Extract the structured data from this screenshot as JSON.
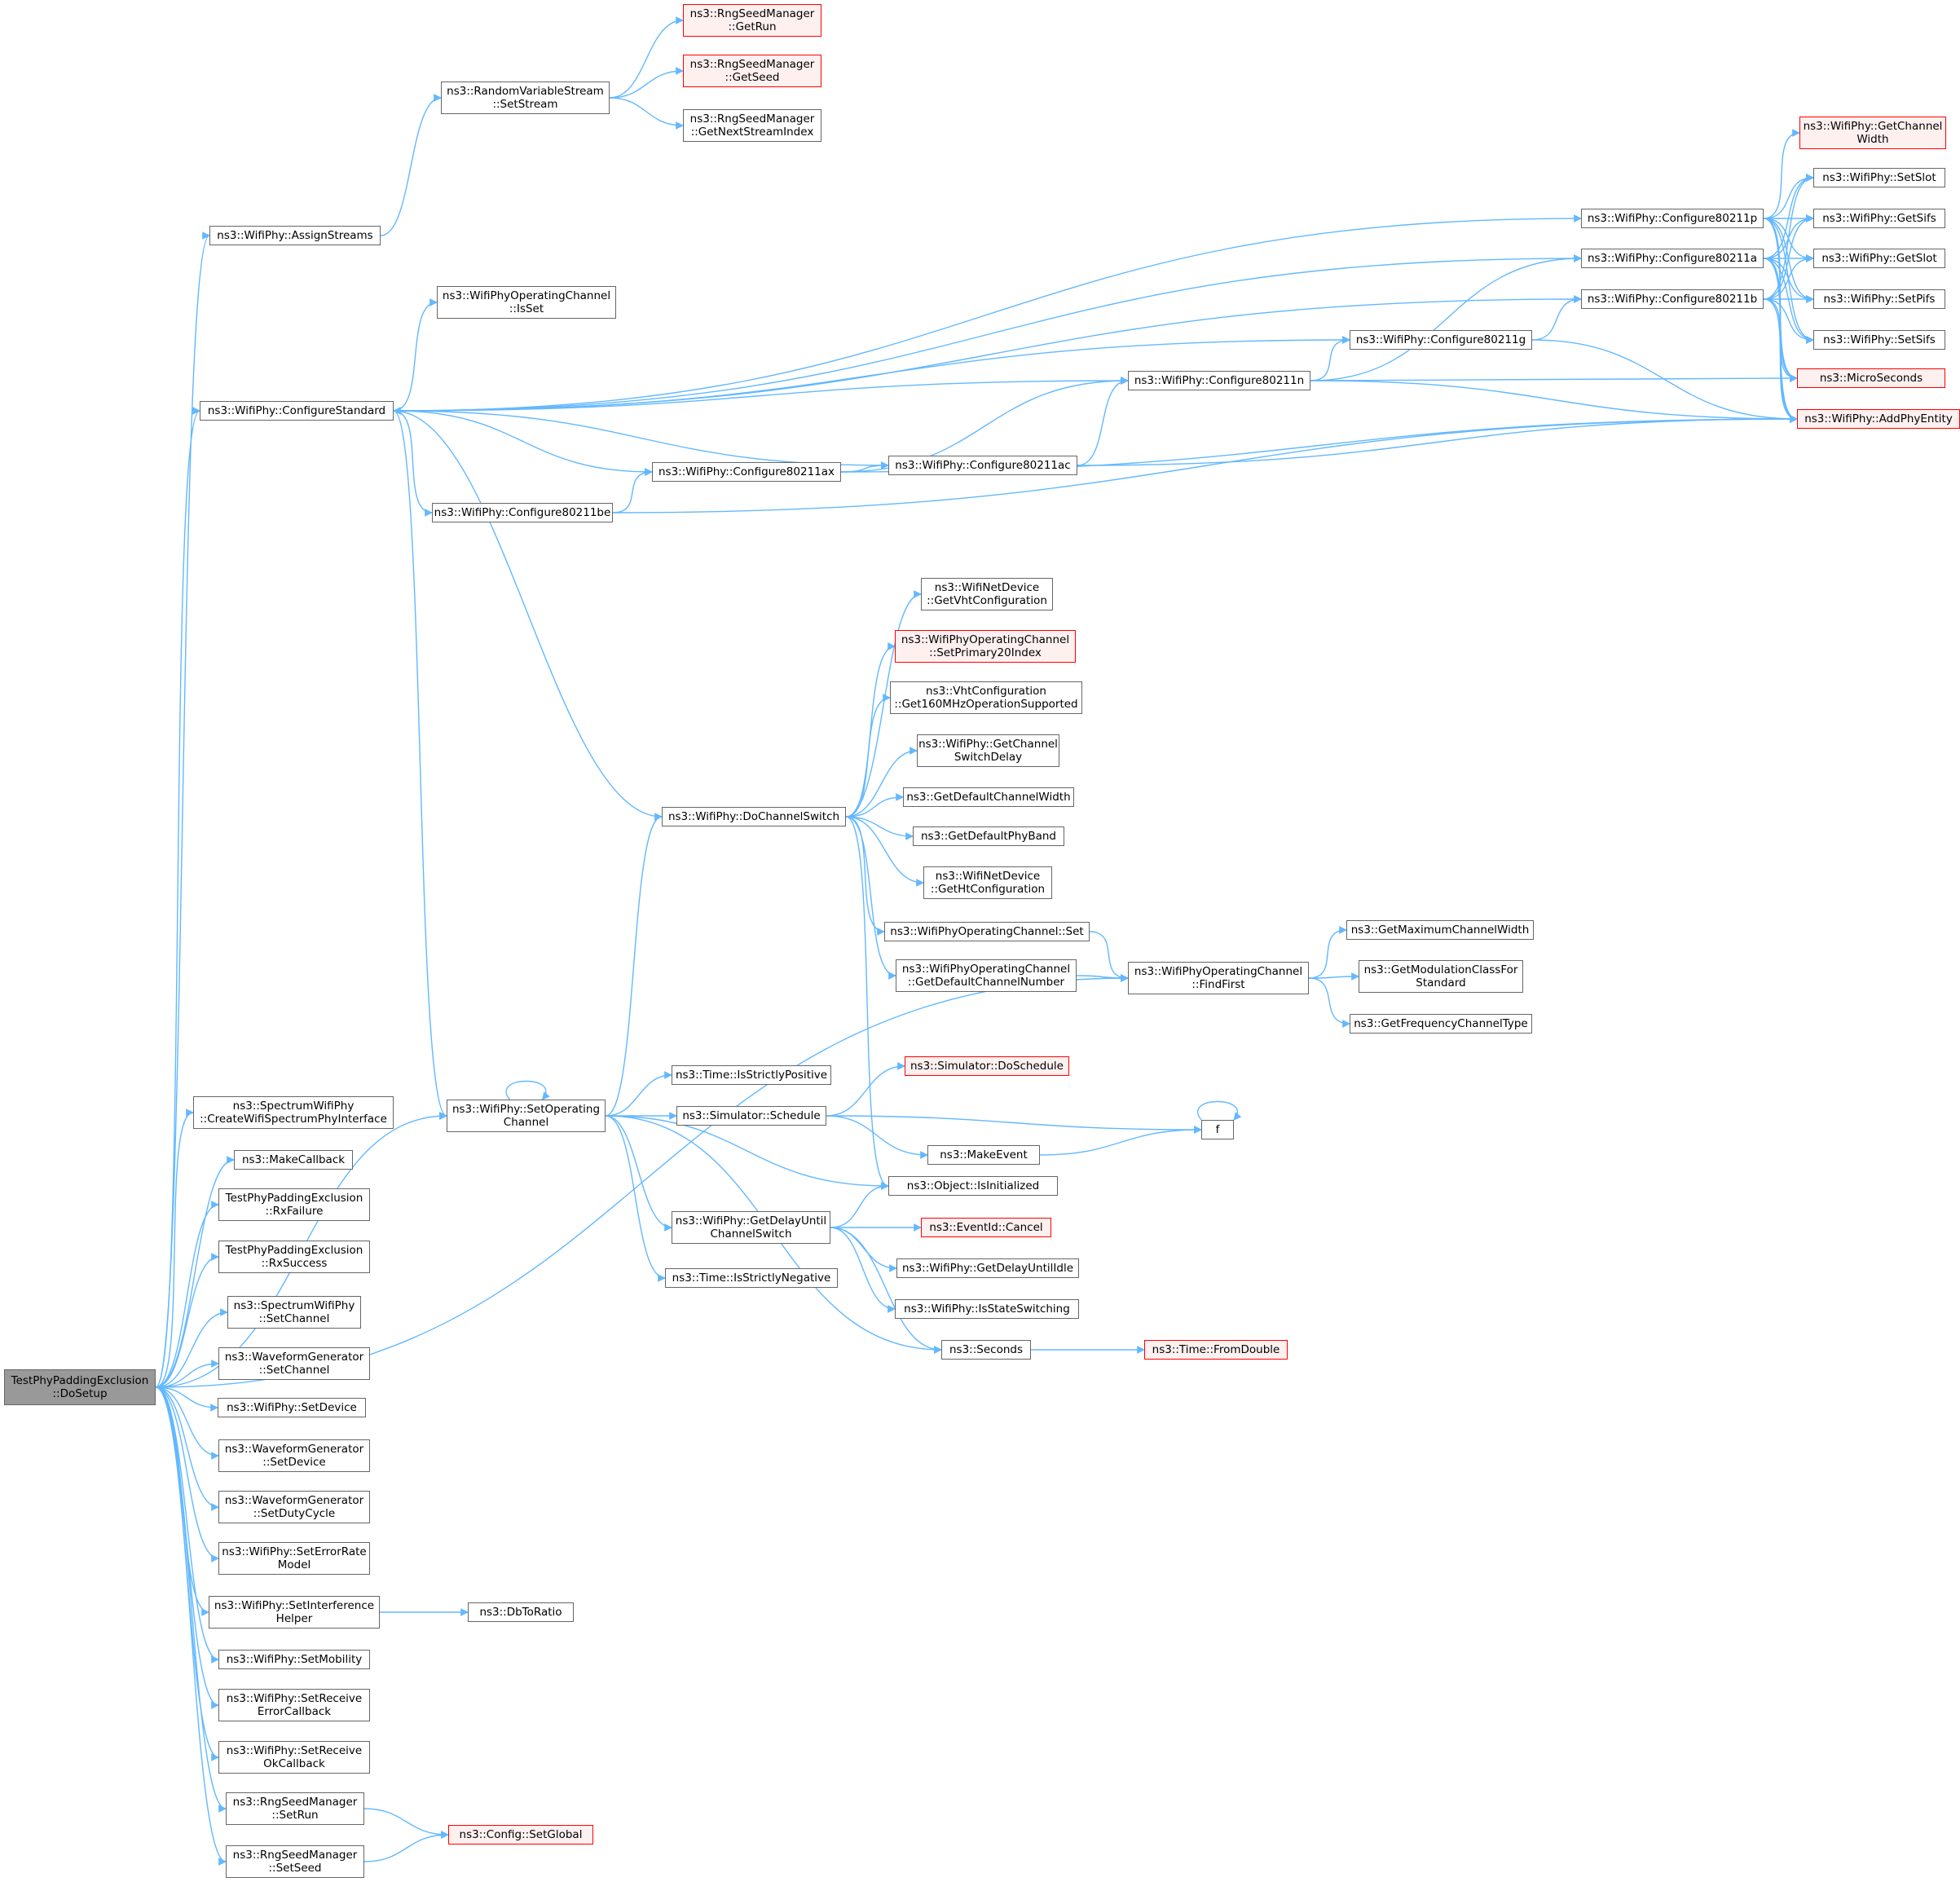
{
  "diagram": {
    "edge_color": "#63b8ff",
    "nodes": [
      {
        "id": "root",
        "lines": [
          "TestPhyPaddingExclusion",
          "::DoSetup"
        ],
        "style": "root"
      },
      {
        "id": "rsm_getrun",
        "lines": [
          "ns3::RngSeedManager",
          "::GetRun"
        ],
        "style": "red"
      },
      {
        "id": "rsm_getseed",
        "lines": [
          "ns3::RngSeedManager",
          "::GetSeed"
        ],
        "style": "red"
      },
      {
        "id": "rsm_getnext",
        "lines": [
          "ns3::RngSeedManager",
          "::GetNextStreamIndex"
        ],
        "style": "normal"
      },
      {
        "id": "rvs_setstream",
        "lines": [
          "ns3::RandomVariableStream",
          "::SetStream"
        ],
        "style": "normal"
      },
      {
        "id": "assignstreams",
        "lines": [
          "ns3::WifiPhy::AssignStreams"
        ],
        "style": "normal"
      },
      {
        "id": "woc_isset",
        "lines": [
          "ns3::WifiPhyOperatingChannel",
          "::IsSet"
        ],
        "style": "normal"
      },
      {
        "id": "configstd",
        "lines": [
          "ns3::WifiPhy::ConfigureStandard"
        ],
        "style": "normal"
      },
      {
        "id": "cfg_p",
        "lines": [
          "ns3::WifiPhy::Configure80211p"
        ],
        "style": "normal"
      },
      {
        "id": "cfg_a",
        "lines": [
          "ns3::WifiPhy::Configure80211a"
        ],
        "style": "normal"
      },
      {
        "id": "cfg_b",
        "lines": [
          "ns3::WifiPhy::Configure80211b"
        ],
        "style": "normal"
      },
      {
        "id": "cfg_g",
        "lines": [
          "ns3::WifiPhy::Configure80211g"
        ],
        "style": "normal"
      },
      {
        "id": "cfg_n",
        "lines": [
          "ns3::WifiPhy::Configure80211n"
        ],
        "style": "normal"
      },
      {
        "id": "cfg_ax",
        "lines": [
          "ns3::WifiPhy::Configure80211ax"
        ],
        "style": "normal"
      },
      {
        "id": "cfg_ac",
        "lines": [
          "ns3::WifiPhy::Configure80211ac"
        ],
        "style": "normal"
      },
      {
        "id": "cfg_be",
        "lines": [
          "ns3::WifiPhy::Configure80211be"
        ],
        "style": "normal"
      },
      {
        "id": "getchwidth",
        "lines": [
          "ns3::WifiPhy::GetChannel",
          "Width"
        ],
        "style": "red"
      },
      {
        "id": "setslot",
        "lines": [
          "ns3::WifiPhy::SetSlot"
        ],
        "style": "normal"
      },
      {
        "id": "getsifs",
        "lines": [
          "ns3::WifiPhy::GetSifs"
        ],
        "style": "normal"
      },
      {
        "id": "getslot",
        "lines": [
          "ns3::WifiPhy::GetSlot"
        ],
        "style": "normal"
      },
      {
        "id": "setpifs",
        "lines": [
          "ns3::WifiPhy::SetPifs"
        ],
        "style": "normal"
      },
      {
        "id": "setsifs",
        "lines": [
          "ns3::WifiPhy::SetSifs"
        ],
        "style": "normal"
      },
      {
        "id": "microsec",
        "lines": [
          "ns3::MicroSeconds"
        ],
        "style": "red"
      },
      {
        "id": "addphy",
        "lines": [
          "ns3::WifiPhy::AddPhyEntity"
        ],
        "style": "red"
      },
      {
        "id": "getvht",
        "lines": [
          "ns3::WifiNetDevice",
          "::GetVhtConfiguration"
        ],
        "style": "normal"
      },
      {
        "id": "setprim20",
        "lines": [
          "ns3::WifiPhyOperatingChannel",
          "::SetPrimary20Index"
        ],
        "style": "red"
      },
      {
        "id": "get160",
        "lines": [
          "ns3::VhtConfiguration",
          "::Get160MHzOperationSupported"
        ],
        "style": "normal"
      },
      {
        "id": "getchswdelay",
        "lines": [
          "ns3::WifiPhy::GetChannel",
          "SwitchDelay"
        ],
        "style": "normal"
      },
      {
        "id": "getdefchw",
        "lines": [
          "ns3::GetDefaultChannelWidth"
        ],
        "style": "normal"
      },
      {
        "id": "getdefband",
        "lines": [
          "ns3::GetDefaultPhyBand"
        ],
        "style": "normal"
      },
      {
        "id": "docs",
        "lines": [
          "ns3::WifiPhy::DoChannelSwitch"
        ],
        "style": "normal"
      },
      {
        "id": "getht",
        "lines": [
          "ns3::WifiNetDevice",
          "::GetHtConfiguration"
        ],
        "style": "normal"
      },
      {
        "id": "woc_set",
        "lines": [
          "ns3::WifiPhyOperatingChannel::Set"
        ],
        "style": "normal"
      },
      {
        "id": "woc_getdefnum",
        "lines": [
          "ns3::WifiPhyOperatingChannel",
          "::GetDefaultChannelNumber"
        ],
        "style": "normal"
      },
      {
        "id": "woc_findfirst",
        "lines": [
          "ns3::WifiPhyOperatingChannel",
          "::FindFirst"
        ],
        "style": "normal"
      },
      {
        "id": "getmaxchw",
        "lines": [
          "ns3::GetMaximumChannelWidth"
        ],
        "style": "normal"
      },
      {
        "id": "getmodclass",
        "lines": [
          "ns3::GetModulationClassFor",
          "Standard"
        ],
        "style": "normal"
      },
      {
        "id": "getfreqtype",
        "lines": [
          "ns3::GetFrequencyChannelType"
        ],
        "style": "normal"
      },
      {
        "id": "isstrictpos",
        "lines": [
          "ns3::Time::IsStrictlyPositive"
        ],
        "style": "normal"
      },
      {
        "id": "doschedule",
        "lines": [
          "ns3::Simulator::DoSchedule"
        ],
        "style": "red"
      },
      {
        "id": "setopch",
        "lines": [
          "ns3::WifiPhy::SetOperating",
          "Channel"
        ],
        "style": "normal"
      },
      {
        "id": "schedule",
        "lines": [
          "ns3::Simulator::Schedule"
        ],
        "style": "normal"
      },
      {
        "id": "f",
        "lines": [
          "f"
        ],
        "style": "normal"
      },
      {
        "id": "makeevent",
        "lines": [
          "ns3::MakeEvent"
        ],
        "style": "normal"
      },
      {
        "id": "isinit",
        "lines": [
          "ns3::Object::IsInitialized"
        ],
        "style": "normal"
      },
      {
        "id": "getdelay",
        "lines": [
          "ns3::WifiPhy::GetDelayUntil",
          "ChannelSwitch"
        ],
        "style": "normal"
      },
      {
        "id": "evcancel",
        "lines": [
          "ns3::EventId::Cancel"
        ],
        "style": "red"
      },
      {
        "id": "getdelayidle",
        "lines": [
          "ns3::WifiPhy::GetDelayUntilIdle"
        ],
        "style": "normal"
      },
      {
        "id": "isstrictneg",
        "lines": [
          "ns3::Time::IsStrictlyNegative"
        ],
        "style": "normal"
      },
      {
        "id": "isstateswitch",
        "lines": [
          "ns3::WifiPhy::IsStateSwitching"
        ],
        "style": "normal"
      },
      {
        "id": "seconds",
        "lines": [
          "ns3::Seconds"
        ],
        "style": "normal"
      },
      {
        "id": "fromdouble",
        "lines": [
          "ns3::Time::FromDouble"
        ],
        "style": "red"
      },
      {
        "id": "createwsp",
        "lines": [
          "ns3::SpectrumWifiPhy",
          "::CreateWifiSpectrumPhyInterface"
        ],
        "style": "normal"
      },
      {
        "id": "makecb",
        "lines": [
          "ns3::MakeCallback"
        ],
        "style": "normal"
      },
      {
        "id": "rxfail",
        "lines": [
          "TestPhyPaddingExclusion",
          "::RxFailure"
        ],
        "style": "normal"
      },
      {
        "id": "rxsucc",
        "lines": [
          "TestPhyPaddingExclusion",
          "::RxSuccess"
        ],
        "style": "normal"
      },
      {
        "id": "swp_setch",
        "lines": [
          "ns3::SpectrumWifiPhy",
          "::SetChannel"
        ],
        "style": "normal"
      },
      {
        "id": "wg_setch",
        "lines": [
          "ns3::WaveformGenerator",
          "::SetChannel"
        ],
        "style": "normal"
      },
      {
        "id": "setdevice",
        "lines": [
          "ns3::WifiPhy::SetDevice"
        ],
        "style": "normal"
      },
      {
        "id": "wg_setdev",
        "lines": [
          "ns3::WaveformGenerator",
          "::SetDevice"
        ],
        "style": "normal"
      },
      {
        "id": "wg_setduty",
        "lines": [
          "ns3::WaveformGenerator",
          "::SetDutyCycle"
        ],
        "style": "normal"
      },
      {
        "id": "seterrmodel",
        "lines": [
          "ns3::WifiPhy::SetErrorRate",
          "Model"
        ],
        "style": "normal"
      },
      {
        "id": "setinterf",
        "lines": [
          "ns3::WifiPhy::SetInterference",
          "Helper"
        ],
        "style": "normal"
      },
      {
        "id": "dbtoratio",
        "lines": [
          "ns3::DbToRatio"
        ],
        "style": "normal"
      },
      {
        "id": "setmobility",
        "lines": [
          "ns3::WifiPhy::SetMobility"
        ],
        "style": "normal"
      },
      {
        "id": "setrxerr",
        "lines": [
          "ns3::WifiPhy::SetReceive",
          "ErrorCallback"
        ],
        "style": "normal"
      },
      {
        "id": "setrxok",
        "lines": [
          "ns3::WifiPhy::SetReceive",
          "OkCallback"
        ],
        "style": "normal"
      },
      {
        "id": "rsm_setrun",
        "lines": [
          "ns3::RngSeedManager",
          "::SetRun"
        ],
        "style": "normal"
      },
      {
        "id": "rsm_setseed",
        "lines": [
          "ns3::RngSeedManager",
          "::SetSeed"
        ],
        "style": "normal"
      },
      {
        "id": "cfg_setglobal",
        "lines": [
          "ns3::Config::SetGlobal"
        ],
        "style": "red"
      }
    ],
    "edges": [
      [
        "root",
        "assignstreams"
      ],
      [
        "root",
        "configstd"
      ],
      [
        "root",
        "woc_findfirst"
      ],
      [
        "root",
        "setopch"
      ],
      [
        "root",
        "createwsp"
      ],
      [
        "root",
        "makecb"
      ],
      [
        "root",
        "rxfail"
      ],
      [
        "root",
        "rxsucc"
      ],
      [
        "root",
        "swp_setch"
      ],
      [
        "root",
        "wg_setch"
      ],
      [
        "root",
        "setdevice"
      ],
      [
        "root",
        "wg_setdev"
      ],
      [
        "root",
        "wg_setduty"
      ],
      [
        "root",
        "seterrmodel"
      ],
      [
        "root",
        "setinterf"
      ],
      [
        "root",
        "setmobility"
      ],
      [
        "root",
        "setrxerr"
      ],
      [
        "root",
        "setrxok"
      ],
      [
        "root",
        "rsm_setrun"
      ],
      [
        "root",
        "rsm_setseed"
      ],
      [
        "assignstreams",
        "rvs_setstream"
      ],
      [
        "rvs_setstream",
        "rsm_getrun"
      ],
      [
        "rvs_setstream",
        "rsm_getseed"
      ],
      [
        "rvs_setstream",
        "rsm_getnext"
      ],
      [
        "configstd",
        "cfg_p"
      ],
      [
        "configstd",
        "cfg_a"
      ],
      [
        "configstd",
        "cfg_b"
      ],
      [
        "configstd",
        "woc_isset"
      ],
      [
        "configstd",
        "cfg_g"
      ],
      [
        "configstd",
        "cfg_n"
      ],
      [
        "configstd",
        "cfg_ax"
      ],
      [
        "configstd",
        "cfg_ac"
      ],
      [
        "configstd",
        "cfg_be"
      ],
      [
        "configstd",
        "setopch"
      ],
      [
        "cfg_p",
        "getchwidth"
      ],
      [
        "cfg_p",
        "setslot"
      ],
      [
        "cfg_p",
        "getsifs"
      ],
      [
        "cfg_p",
        "getslot"
      ],
      [
        "cfg_p",
        "setpifs"
      ],
      [
        "cfg_p",
        "setsifs"
      ],
      [
        "cfg_p",
        "microsec"
      ],
      [
        "cfg_p",
        "addphy"
      ],
      [
        "cfg_a",
        "setslot"
      ],
      [
        "cfg_a",
        "getsifs"
      ],
      [
        "cfg_a",
        "getslot"
      ],
      [
        "cfg_a",
        "setpifs"
      ],
      [
        "cfg_a",
        "setsifs"
      ],
      [
        "cfg_a",
        "microsec"
      ],
      [
        "cfg_a",
        "addphy"
      ],
      [
        "cfg_b",
        "setslot"
      ],
      [
        "cfg_b",
        "getsifs"
      ],
      [
        "cfg_b",
        "getslot"
      ],
      [
        "cfg_b",
        "setpifs"
      ],
      [
        "cfg_b",
        "setsifs"
      ],
      [
        "cfg_b",
        "microsec"
      ],
      [
        "cfg_b",
        "addphy"
      ],
      [
        "cfg_g",
        "cfg_b"
      ],
      [
        "cfg_g",
        "addphy"
      ],
      [
        "cfg_n",
        "cfg_a"
      ],
      [
        "cfg_n",
        "cfg_g"
      ],
      [
        "cfg_n",
        "microsec"
      ],
      [
        "cfg_n",
        "addphy"
      ],
      [
        "cfg_ax",
        "cfg_n"
      ],
      [
        "cfg_ax",
        "cfg_ac"
      ],
      [
        "cfg_ax",
        "addphy"
      ],
      [
        "cfg_ac",
        "cfg_n"
      ],
      [
        "cfg_ac",
        "addphy"
      ],
      [
        "cfg_be",
        "cfg_ax"
      ],
      [
        "cfg_be",
        "addphy"
      ],
      [
        "docs",
        "configstd"
      ],
      [
        "docs",
        "getvht"
      ],
      [
        "docs",
        "setprim20"
      ],
      [
        "docs",
        "get160"
      ],
      [
        "docs",
        "getchswdelay"
      ],
      [
        "docs",
        "getdefchw"
      ],
      [
        "docs",
        "getdefband"
      ],
      [
        "docs",
        "getht"
      ],
      [
        "docs",
        "woc_set"
      ],
      [
        "docs",
        "woc_getdefnum"
      ],
      [
        "docs",
        "isinit"
      ],
      [
        "woc_set",
        "woc_findfirst"
      ],
      [
        "woc_getdefnum",
        "woc_findfirst"
      ],
      [
        "woc_findfirst",
        "getmaxchw"
      ],
      [
        "woc_findfirst",
        "getmodclass"
      ],
      [
        "woc_findfirst",
        "getfreqtype"
      ],
      [
        "setopch",
        "setopch"
      ],
      [
        "setopch",
        "docs"
      ],
      [
        "setopch",
        "isstrictpos"
      ],
      [
        "setopch",
        "schedule"
      ],
      [
        "setopch",
        "isinit"
      ],
      [
        "setopch",
        "getdelay"
      ],
      [
        "setopch",
        "isstrictneg"
      ],
      [
        "setopch",
        "seconds"
      ],
      [
        "schedule",
        "doschedule"
      ],
      [
        "schedule",
        "f"
      ],
      [
        "schedule",
        "makeevent"
      ],
      [
        "makeevent",
        "f"
      ],
      [
        "f",
        "f"
      ],
      [
        "getdelay",
        "isinit"
      ],
      [
        "getdelay",
        "evcancel"
      ],
      [
        "getdelay",
        "getdelayidle"
      ],
      [
        "getdelay",
        "isstateswitch"
      ],
      [
        "getdelay",
        "seconds"
      ],
      [
        "seconds",
        "fromdouble"
      ],
      [
        "setinterf",
        "dbtoratio"
      ],
      [
        "rsm_setrun",
        "cfg_setglobal"
      ],
      [
        "rsm_setseed",
        "cfg_setglobal"
      ]
    ]
  }
}
